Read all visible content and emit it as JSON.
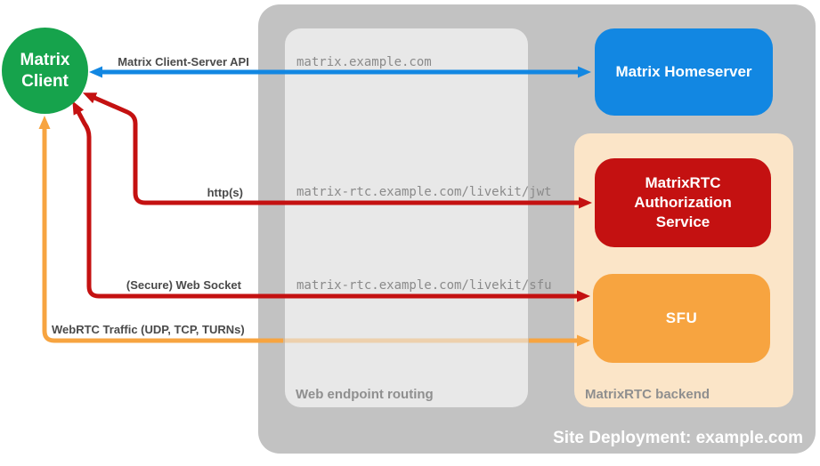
{
  "diagram_title": "Site Deployment: example.com",
  "nodes": {
    "client": "Matrix Client",
    "homeserver": "Matrix Homeserver",
    "auth_service": "MatrixRTC Authorization Service",
    "sfu": "SFU"
  },
  "containers": {
    "site": "Site Deployment: example.com",
    "routing": "Web endpoint routing",
    "backend": "MatrixRTC backend"
  },
  "edges": {
    "cs_api": "Matrix Client-Server API",
    "https": "http(s)",
    "websocket": "(Secure) Web Socket",
    "webrtc": "WebRTC Traffic (UDP, TCP, TURNs)"
  },
  "routes": {
    "homeserver": "matrix.example.com",
    "jwt": "matrix-rtc.example.com/livekit/jwt",
    "sfu": "matrix-rtc.example.com/livekit/sfu"
  },
  "colors": {
    "client_green": "#16A34C",
    "homeserver_blue": "#1287E2",
    "service_red": "#C41111",
    "sfu_orange": "#F7A440",
    "backend_peach": "#FBE5C8",
    "routing_gray": "#E8E8E8",
    "site_gray": "#C2C2C2",
    "edge_label_gray": "#4a4a4a",
    "url_gray": "#8a8a8a"
  }
}
